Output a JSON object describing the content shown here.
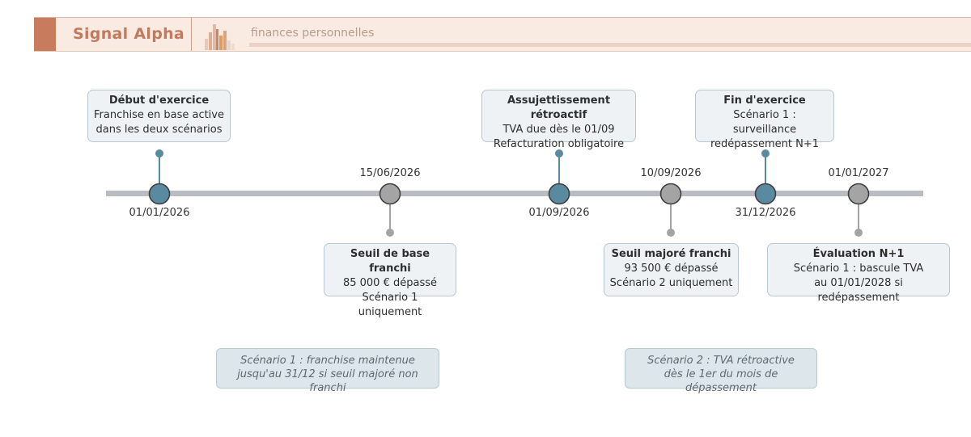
{
  "header": {
    "brand": "Signal Alpha",
    "subtitle": "finances personnelles",
    "logo_icon": "bar-chart-logo-icon",
    "accent_color": "#c97c5d"
  },
  "timeline": {
    "line_color": "#b9bcc2",
    "blue_color": "#5a8aa0",
    "grey_color": "#a4a4a4",
    "events": [
      {
        "date": "01/01/2026",
        "kind": "blue",
        "box_position": "above",
        "date_position": "below",
        "title": "Début d'exercice",
        "lines": [
          "Franchise en base active",
          "dans les deux scénarios"
        ]
      },
      {
        "date": "15/06/2026",
        "kind": "grey",
        "box_position": "below",
        "date_position": "above",
        "title": "Seuil de base franchi",
        "lines": [
          "85 000 € dépassé",
          "Scénario 1 uniquement"
        ]
      },
      {
        "date": "01/09/2026",
        "kind": "blue",
        "box_position": "above",
        "date_position": "below",
        "title": "Assujettissement rétroactif",
        "lines": [
          "TVA due dès le 01/09",
          "Refacturation obligatoire"
        ]
      },
      {
        "date": "10/09/2026",
        "kind": "grey",
        "box_position": "below",
        "date_position": "above",
        "title": "Seuil majoré franchi",
        "lines": [
          "93 500 € dépassé",
          "Scénario 2 uniquement"
        ]
      },
      {
        "date": "31/12/2026",
        "kind": "blue",
        "box_position": "above",
        "date_position": "below",
        "title": "Fin d'exercice",
        "lines": [
          "Scénario 1 : surveillance",
          "redépassement N+1"
        ]
      },
      {
        "date": "01/01/2027",
        "kind": "grey",
        "box_position": "below",
        "date_position": "above",
        "title": "Évaluation N+1",
        "lines": [
          "Scénario 1 : bascule TVA",
          "au 01/01/2028 si redépassement"
        ]
      }
    ]
  },
  "scenarios": [
    {
      "lines": [
        "Scénario 1 : franchise maintenue",
        "jusqu'au 31/12 si seuil majoré non franchi"
      ]
    },
    {
      "lines": [
        "Scénario 2 : TVA rétroactive",
        "dès le 1er du mois de dépassement"
      ]
    }
  ]
}
